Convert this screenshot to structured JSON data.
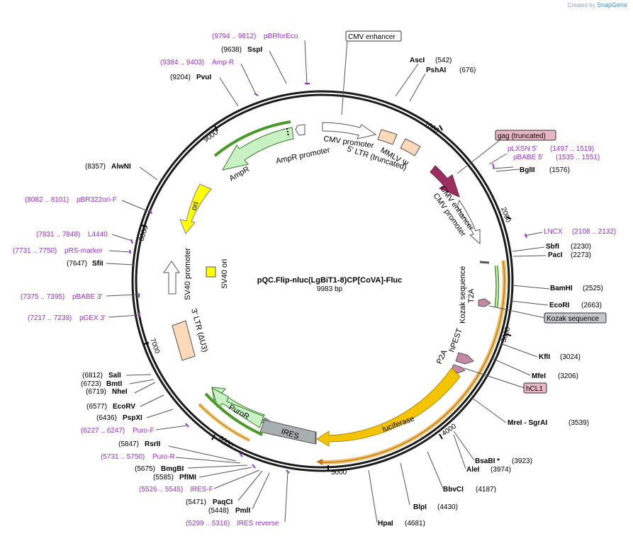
{
  "credit": {
    "prefix": "Created by",
    "brand": "SnapGene"
  },
  "plasmid": {
    "name": "pQC.Flip-nluc(LgBiT1-8)CP[CoVA]-Fluc",
    "size": "9983 bp"
  },
  "ticks": [
    {
      "label": "1000"
    },
    {
      "label": "2000"
    },
    {
      "label": "3000"
    },
    {
      "label": "4000"
    },
    {
      "label": "5000"
    },
    {
      "label": "6000"
    },
    {
      "label": "7000"
    },
    {
      "label": "8000"
    },
    {
      "label": "9000"
    }
  ],
  "features": [
    {
      "label": "CMV promoter"
    },
    {
      "label": "5' LTR (truncated)"
    },
    {
      "label": "MMLV Ψ"
    },
    {
      "label": "CMV enhancer"
    },
    {
      "label": "CMV promoter"
    },
    {
      "label": "Kozak sequence"
    },
    {
      "label": "T2A"
    },
    {
      "label": "hPEST"
    },
    {
      "label": "P2A"
    },
    {
      "label": "luciferase"
    },
    {
      "label": "IRES"
    },
    {
      "label": "PuroR"
    },
    {
      "label": "3' LTR (ΔU3)"
    },
    {
      "label": "SV40 promoter"
    },
    {
      "label": "SV40 ori"
    },
    {
      "label": "ori"
    },
    {
      "label": "AmpR"
    },
    {
      "label": "AmpR promoter"
    }
  ],
  "sites": [
    {
      "name": "CMV enhancer",
      "kind": "boxed"
    },
    {
      "name": "AscI",
      "coord": "(542)"
    },
    {
      "name": "PshAI",
      "coord": "(676)"
    },
    {
      "name": "gag (truncated)",
      "kind": "pink"
    },
    {
      "name": "pLXSN 5'",
      "coord": "(1497 .. 1519)",
      "kind": "primer"
    },
    {
      "name": "pBABE 5'",
      "coord": "(1535 .. 1551)",
      "kind": "primer"
    },
    {
      "name": "BglII",
      "coord": "(1576)"
    },
    {
      "name": "LNCX",
      "coord": "(2108 .. 2132)",
      "kind": "primer"
    },
    {
      "name": "SbfI",
      "coord": "(2230)"
    },
    {
      "name": "PacI",
      "coord": "(2273)"
    },
    {
      "name": "BamHI",
      "coord": "(2525)"
    },
    {
      "name": "EcoRI",
      "coord": "(2663)"
    },
    {
      "name": "Kozak sequence",
      "kind": "gray"
    },
    {
      "name": "KflI",
      "coord": "(3024)"
    },
    {
      "name": "MfeI",
      "coord": "(3206)"
    },
    {
      "name": "hCL1",
      "kind": "pink"
    },
    {
      "name": "MreI  - SgrAI",
      "coord": "(3539)"
    },
    {
      "name": "BsaBI *",
      "coord": "(3923)"
    },
    {
      "name": "AleI",
      "coord": "(3974)"
    },
    {
      "name": "BbvCI",
      "coord": "(4187)"
    },
    {
      "name": "BlpI",
      "coord": "(4430)"
    },
    {
      "name": "HpaI",
      "coord": "(4681)"
    },
    {
      "name": "IRES reverse",
      "coord": "(5299 .. 5316)",
      "kind": "primer"
    },
    {
      "name": "PmlI",
      "coord": "(5448)"
    },
    {
      "name": "PaqCI",
      "coord": "(5471)"
    },
    {
      "name": "IRES-F",
      "coord": "(5526 .. 5545)",
      "kind": "primer"
    },
    {
      "name": "PflMI",
      "coord": "(5585)"
    },
    {
      "name": "BmgBI",
      "coord": "(5675)"
    },
    {
      "name": "Puro-R",
      "coord": "(5731 .. 5750)",
      "kind": "primer"
    },
    {
      "name": "RsrII",
      "coord": "(5847)"
    },
    {
      "name": "Puro-F",
      "coord": "(6227 .. 6247)",
      "kind": "primer"
    },
    {
      "name": "PspXI",
      "coord": "(6436)"
    },
    {
      "name": "EcoRV",
      "coord": "(6577)"
    },
    {
      "name": "NheI",
      "coord": "(6719)"
    },
    {
      "name": "BmtI",
      "coord": "(6723)"
    },
    {
      "name": "SalI",
      "coord": "(6812)"
    },
    {
      "name": "pGEX 3'",
      "coord": "(7217 .. 7239)",
      "kind": "primer"
    },
    {
      "name": "pBABE 3'",
      "coord": "(7375 .. 7395)",
      "kind": "primer"
    },
    {
      "name": "SfiI",
      "coord": "(7647)"
    },
    {
      "name": "pRS-marker",
      "coord": "(7731 .. 7750)",
      "kind": "primer"
    },
    {
      "name": "L4440",
      "coord": "(7831 .. 7848)",
      "kind": "primer"
    },
    {
      "name": "pBR322ori-F",
      "coord": "(8082 .. 8101)",
      "kind": "primer"
    },
    {
      "name": "AlwNI",
      "coord": "(8357)"
    },
    {
      "name": "PvuI",
      "coord": "(9204)"
    },
    {
      "name": "Amp-R",
      "coord": "(9384 .. 9403)",
      "kind": "primer"
    },
    {
      "name": "SspI",
      "coord": "(9638)"
    },
    {
      "name": "pBRforEco",
      "coord": "(9794 .. 9812)",
      "kind": "primer"
    }
  ],
  "colors": {
    "backbone": "#1a1a1a",
    "primer": "#9933cc",
    "cmv": "#ffffff",
    "ltr": "#fbd9b9",
    "gag": "#9a2e60",
    "luciferase": "#f5c400",
    "ires": "#a9aeb3",
    "puror": "#c9f2c4",
    "ampr": "#c9f2c4",
    "ori": "#ffff00",
    "orf": "#e8a640",
    "orf_green": "#4a9a2a",
    "kozak_box": "#c2c7cb",
    "pink_box": "#e8b7c4"
  }
}
